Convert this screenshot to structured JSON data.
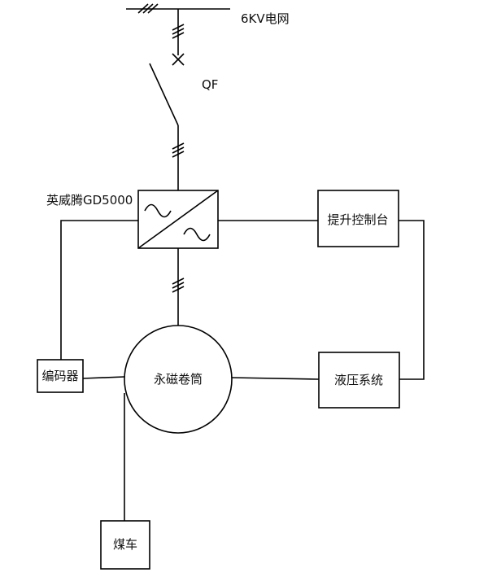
{
  "labels": {
    "grid": "6KV电网",
    "breaker": "QF",
    "inverter": "英威腾GD5000",
    "console": "提升控制台",
    "encoder": "编码器",
    "drum": "永磁卷筒",
    "hydraulic": "液压系统",
    "coal_cart": "煤车"
  }
}
